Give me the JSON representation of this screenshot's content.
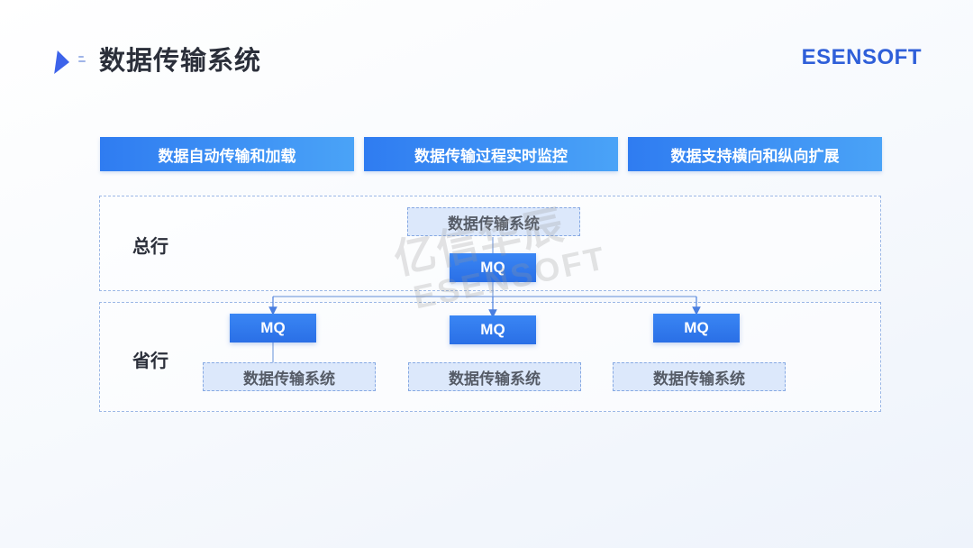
{
  "header": {
    "title": "数据传输系统",
    "brand": "ESENSOFT"
  },
  "features": [
    "数据自动传输和加载",
    "数据传输过程实时监控",
    "数据支持横向和纵向扩展"
  ],
  "headquarters": {
    "label": "总行",
    "system": "数据传输系统",
    "queue": "MQ"
  },
  "provinces": {
    "label": "省行",
    "nodes": [
      {
        "queue": "MQ",
        "system": "数据传输系统"
      },
      {
        "queue": "MQ",
        "system": "数据传输系统"
      },
      {
        "queue": "MQ",
        "system": "数据传输系统"
      }
    ]
  },
  "watermark": {
    "cn": "亿信华辰",
    "en": "ESENSOFT"
  },
  "colors": {
    "accent": "#2f7cf1",
    "brand": "#2f5fd9",
    "mq": "#2a6fe6",
    "system_box": "#dce8fb"
  }
}
